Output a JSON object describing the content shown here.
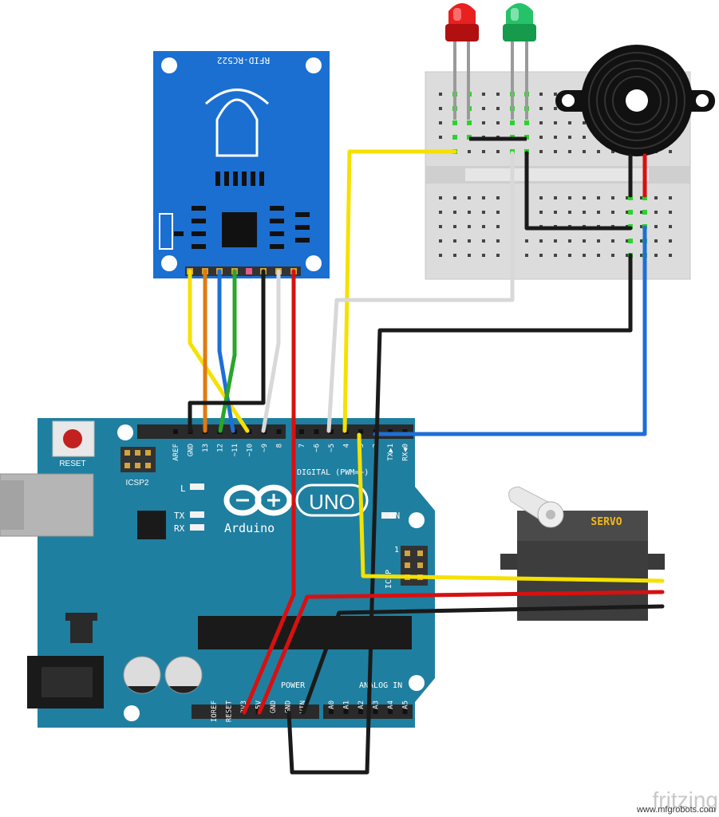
{
  "rfid": {
    "label": "RFID-RC522"
  },
  "arduino": {
    "reset_label": "RESET",
    "icsp2_label": "ICSP2",
    "icsp_label": "ICSP",
    "icsp_pin_label": "1",
    "brand": "Arduino",
    "model": "UNO",
    "digital_label": "DIGITAL (PWM=~)",
    "power_label": "POWER",
    "analog_label": "ANALOG IN",
    "led_l": "L",
    "led_tx": "TX",
    "led_rx": "RX",
    "on_label": "ON",
    "digital_pins_left": [
      "AREF",
      "GND",
      "13",
      "12",
      "~11",
      "~10",
      "~9",
      "8"
    ],
    "digital_pins_right": [
      "7",
      "~6",
      "~5",
      "4",
      "~3",
      "2",
      "TX▶1",
      "RX◀0"
    ],
    "power_pins": [
      "IOREF",
      "RESET",
      "3V3",
      "5V",
      "GND",
      "GND",
      "VIN"
    ],
    "analog_pins": [
      "A0",
      "A1",
      "A2",
      "A3",
      "A4",
      "A5"
    ]
  },
  "servo": {
    "label": "SERVO"
  },
  "footer": {
    "fritzing": "fritzing",
    "watermark": "www.mfgrobots.com"
  },
  "colors": {
    "board": "#1f7fa0",
    "rfid_board": "#1b6fd1",
    "breadboard": "#dcdcdc",
    "wire_yellow": "#f5e100",
    "wire_red": "#d81010",
    "wire_black": "#1a1a1a",
    "wire_blue": "#1e6fd6",
    "wire_green": "#2aa52a",
    "wire_orange": "#e07a10",
    "wire_white": "#d8d8d8",
    "led_red": "#e82020",
    "led_green": "#26c26a"
  }
}
